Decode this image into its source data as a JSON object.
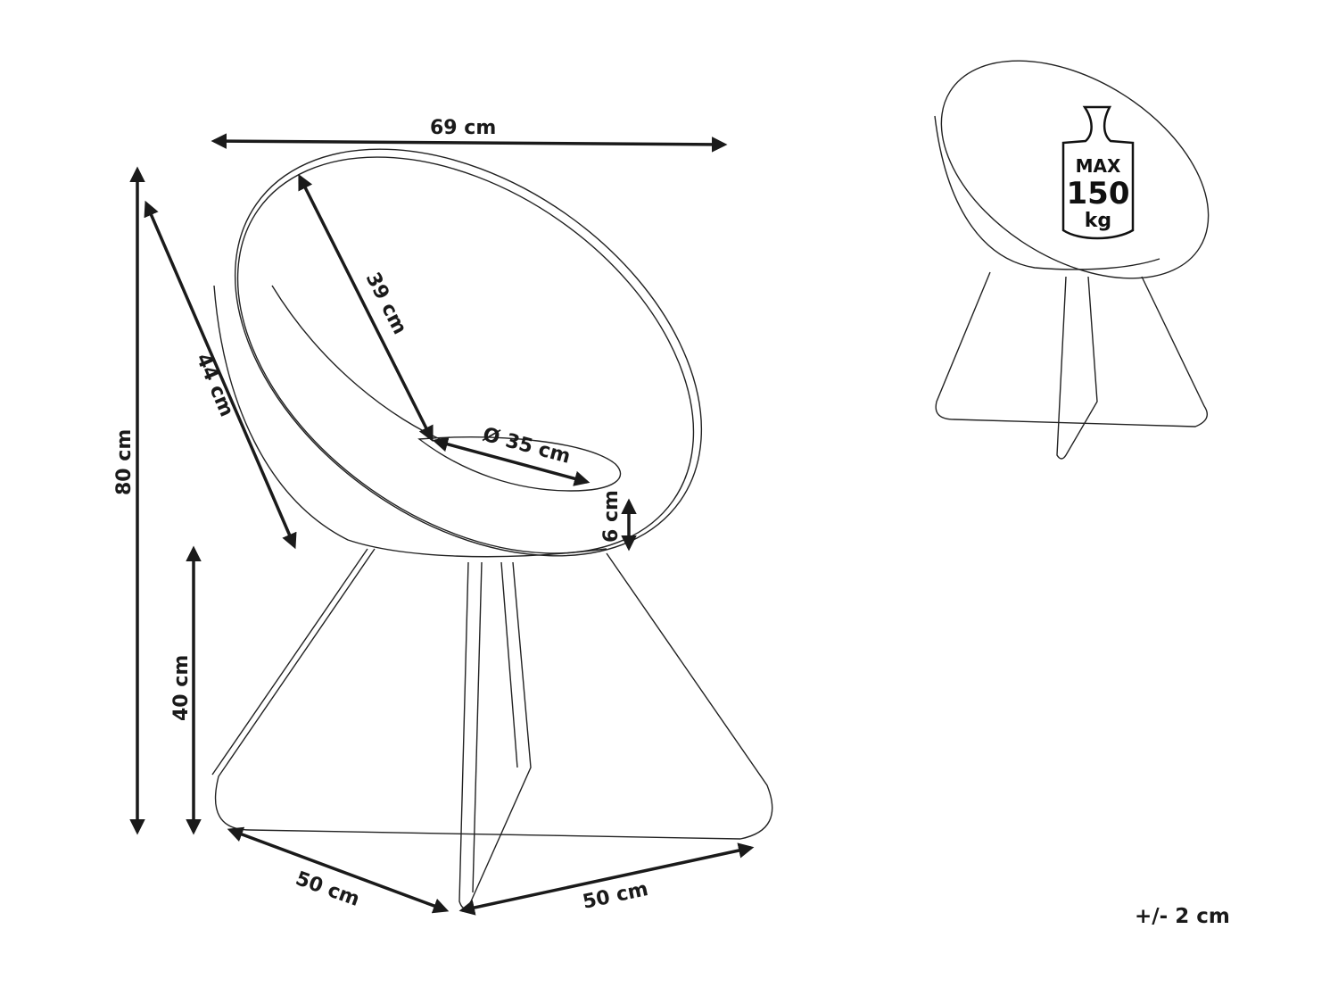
{
  "dimensions": {
    "width": "69 cm",
    "height": "80 cm",
    "backrest_diag": "44 cm",
    "seat_depth": "39 cm",
    "seat_diameter": "Ø 35 cm",
    "cushion_thickness": "6 cm",
    "seat_height": "40 cm",
    "base_left": "50 cm",
    "base_right": "50 cm"
  },
  "load_badge": {
    "line1": "MAX",
    "line2": "150",
    "line3": "kg"
  },
  "tolerance": "+/- 2 cm"
}
